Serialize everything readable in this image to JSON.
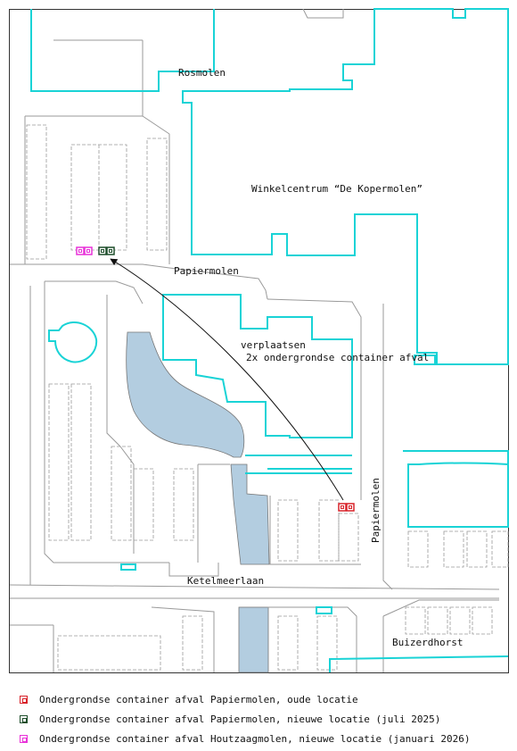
{
  "map": {
    "street_labels": {
      "rosmolen": "Rosmolen",
      "winkelcentrum": "Winkelcentrum “De Kopermolen”",
      "papiermolen_top": "Papiermolen",
      "papiermolen_right": "Papiermolen",
      "ketelmeerlaan": "Ketelmeerlaan",
      "buizerdhorst": "Buizerdhorst"
    },
    "annotation": {
      "line1": "verplaatsen",
      "line2": "2x ondergrondse container afval"
    },
    "colors": {
      "building_outline": "#19d3d6",
      "water": "#b3cde0",
      "line": "#9a9a9a",
      "old_location": "#d8232a",
      "new_location": "#1f4f2c",
      "houtzaagmolen": "#e832d8"
    }
  },
  "legend": {
    "items": [
      {
        "label": "Ondergrondse container afval Papiermolen, oude locatie",
        "color": "#d8232a",
        "icon": "container-red-icon"
      },
      {
        "label": "Ondergrondse container afval Papiermolen, nieuwe locatie (juli 2025)",
        "color": "#1f4f2c",
        "icon": "container-darkgreen-icon"
      },
      {
        "label": "Ondergrondse container afval Houtzaagmolen, nieuwe locatie (januari 2026)",
        "color": "#e832d8",
        "icon": "container-magenta-icon"
      }
    ]
  }
}
